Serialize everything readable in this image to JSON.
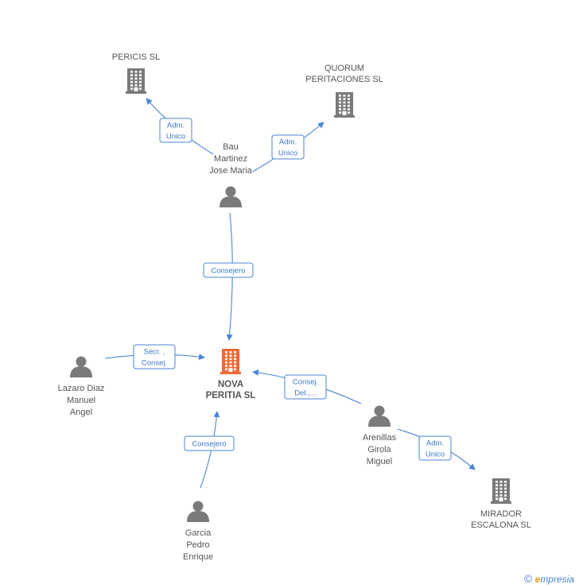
{
  "colors": {
    "edge": "#4a86d4",
    "person": "#7a7a7a",
    "company": "#7a7a7a",
    "main_company": "#f06a35",
    "text": "#555555"
  },
  "nodes": [
    {
      "id": "nova",
      "type": "company-main",
      "label": [
        "NOVA",
        "PERITIA SL"
      ]
    },
    {
      "id": "pericis",
      "type": "company",
      "label": [
        "PERICIS SL"
      ]
    },
    {
      "id": "quorum",
      "type": "company",
      "label": [
        "QUORUM",
        "PERITACIONES SL"
      ]
    },
    {
      "id": "mirador",
      "type": "company",
      "label": [
        "MIRADOR",
        "ESCALONA SL"
      ]
    },
    {
      "id": "bau",
      "type": "person",
      "label": [
        "Bau",
        "Martinez",
        "Jose Maria"
      ]
    },
    {
      "id": "lazaro",
      "type": "person",
      "label": [
        "Lazaro Diaz",
        "Manuel",
        "Angel"
      ]
    },
    {
      "id": "arenillas",
      "type": "person",
      "label": [
        "Arenillas",
        "Girola",
        "Miguel"
      ]
    },
    {
      "id": "garcia",
      "type": "person",
      "label": [
        "Garcia",
        "Pedro",
        "Enrique"
      ]
    }
  ],
  "edges": [
    {
      "id": "bau-pericis",
      "from": "bau",
      "to": "pericis",
      "label": [
        "Adm.",
        "Unico"
      ]
    },
    {
      "id": "bau-quorum",
      "from": "bau",
      "to": "quorum",
      "label": [
        "Adm.",
        "Unico"
      ]
    },
    {
      "id": "bau-nova",
      "from": "bau",
      "to": "nova",
      "label": [
        "Consejero"
      ]
    },
    {
      "id": "lazaro-nova",
      "from": "lazaro",
      "to": "nova",
      "label": [
        "Secr. ,",
        "Consej."
      ]
    },
    {
      "id": "arenillas-nova",
      "from": "arenillas",
      "to": "nova",
      "label": [
        "Consej.",
        "Del.,..."
      ]
    },
    {
      "id": "arenillas-mirador",
      "from": "arenillas",
      "to": "mirador",
      "label": [
        "Adm.",
        "Unico"
      ]
    },
    {
      "id": "garcia-nova",
      "from": "garcia",
      "to": "nova",
      "label": [
        "Consejero"
      ]
    }
  ],
  "footer": {
    "copyright": "©",
    "brand_initial": "e",
    "brand_rest": "mpresia"
  }
}
